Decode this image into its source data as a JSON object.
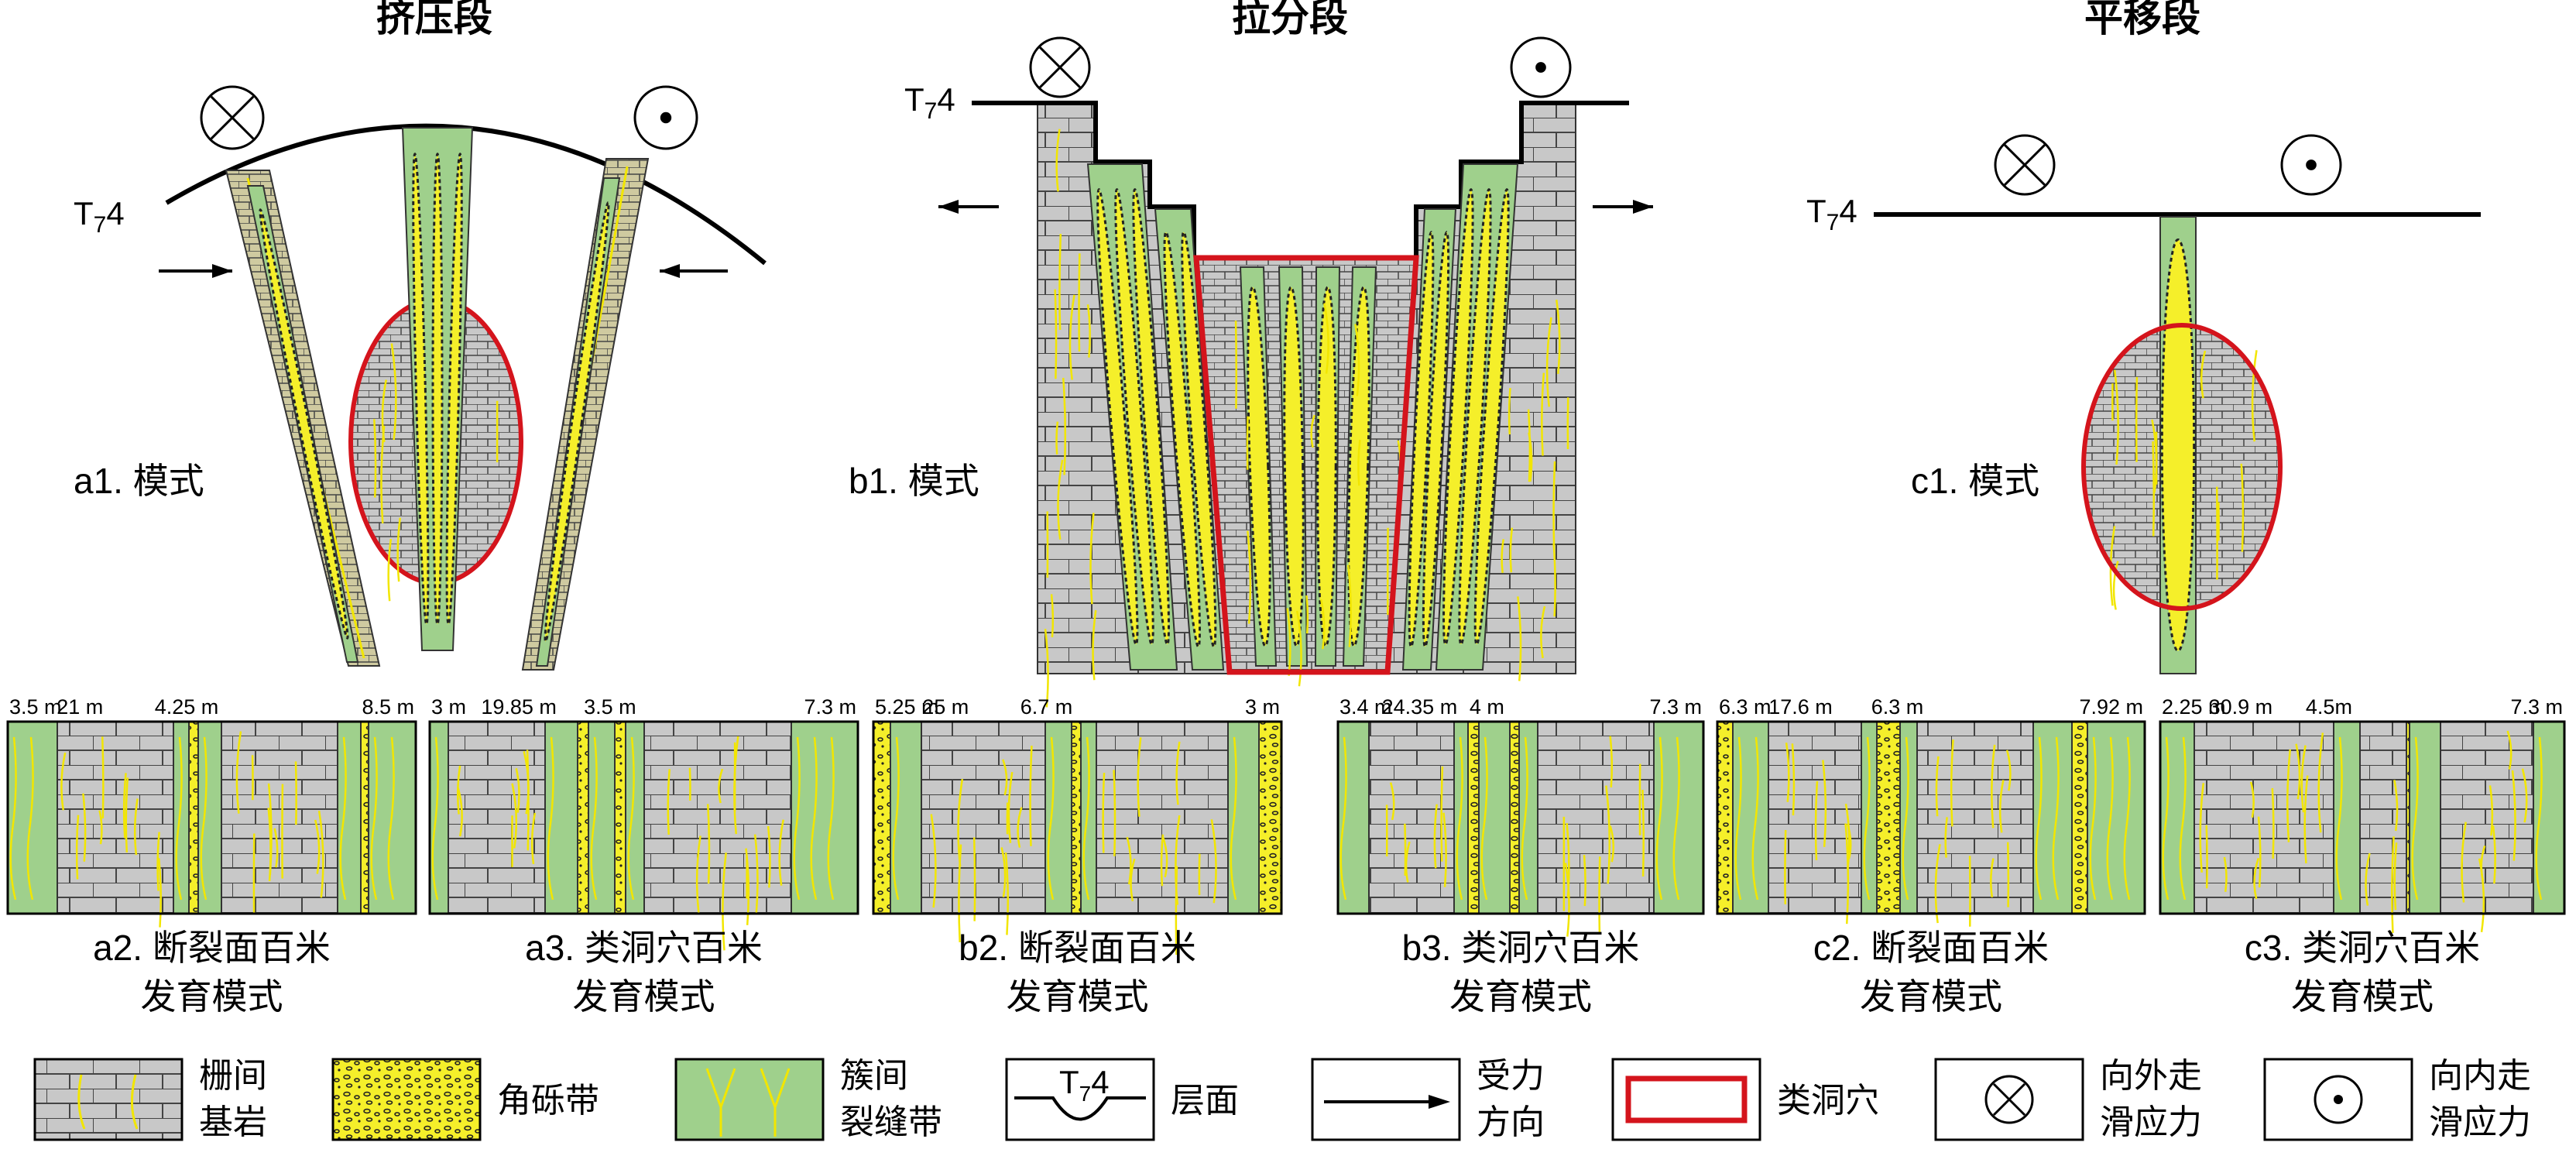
{
  "panels": {
    "a": {
      "title": "挤压段",
      "model_label": "a1. 模式"
    },
    "b": {
      "title": "拉分段",
      "model_label": "b1. 模式"
    },
    "c": {
      "title": "平移段",
      "model_label": "c1. 模式"
    }
  },
  "horizon_label": {
    "main": "T",
    "sub": "7",
    "tail": "4"
  },
  "strips": [
    {
      "id": "a2",
      "caption": [
        "a2. 断裂面百米",
        "发育模式"
      ],
      "dims": [
        "3.5 m",
        "21 m",
        "4.25 m",
        "8.5 m"
      ]
    },
    {
      "id": "a3",
      "caption": [
        "a3. 类洞穴百米",
        "发育模式"
      ],
      "dims": [
        "3 m",
        "19.85 m",
        "3.5 m",
        "7.3 m"
      ]
    },
    {
      "id": "b2",
      "caption": [
        "b2. 断裂面百米",
        "发育模式"
      ],
      "dims": [
        "5.25 m",
        "25 m",
        "6.7 m",
        "3 m"
      ]
    },
    {
      "id": "b3",
      "caption": [
        "b3. 类洞穴百米",
        "发育模式"
      ],
      "dims": [
        "3.4 m",
        "24.35 m",
        "4 m",
        "7.3 m"
      ]
    },
    {
      "id": "c2",
      "caption": [
        "c2. 断裂面百米",
        "发育模式"
      ],
      "dims": [
        "6.3 m",
        "17.6 m",
        "6.3 m",
        "7.92 m"
      ]
    },
    {
      "id": "c3",
      "caption": [
        "c3. 类洞穴百米",
        "发育模式"
      ],
      "dims": [
        "2.25 m",
        "30.9 m",
        "4.5m",
        "7.3 m"
      ]
    }
  ],
  "legend": [
    {
      "key": "bedrock",
      "label": [
        "栅间",
        "基岩"
      ]
    },
    {
      "key": "breccia",
      "label": [
        "角砾带"
      ]
    },
    {
      "key": "fracture",
      "label": [
        "簇间",
        "裂缝带"
      ]
    },
    {
      "key": "horizon",
      "label": [
        "层面"
      ]
    },
    {
      "key": "force",
      "label": [
        "受力",
        "方向"
      ]
    },
    {
      "key": "cave",
      "label": [
        "类洞穴"
      ]
    },
    {
      "key": "out",
      "label": [
        "向外走",
        "滑应力"
      ]
    },
    {
      "key": "in",
      "label": [
        "向内走",
        "滑应力"
      ]
    }
  ],
  "colors": {
    "bedrock": "#c8c8c8",
    "fracture_zone": "#9fd08c",
    "breccia": "#f5ef2a",
    "cave_outline": "#d4141c",
    "fracture_line": "#f2e600"
  },
  "icons": {
    "out_of_page": "circle-x-icon",
    "into_page": "circle-dot-icon"
  }
}
